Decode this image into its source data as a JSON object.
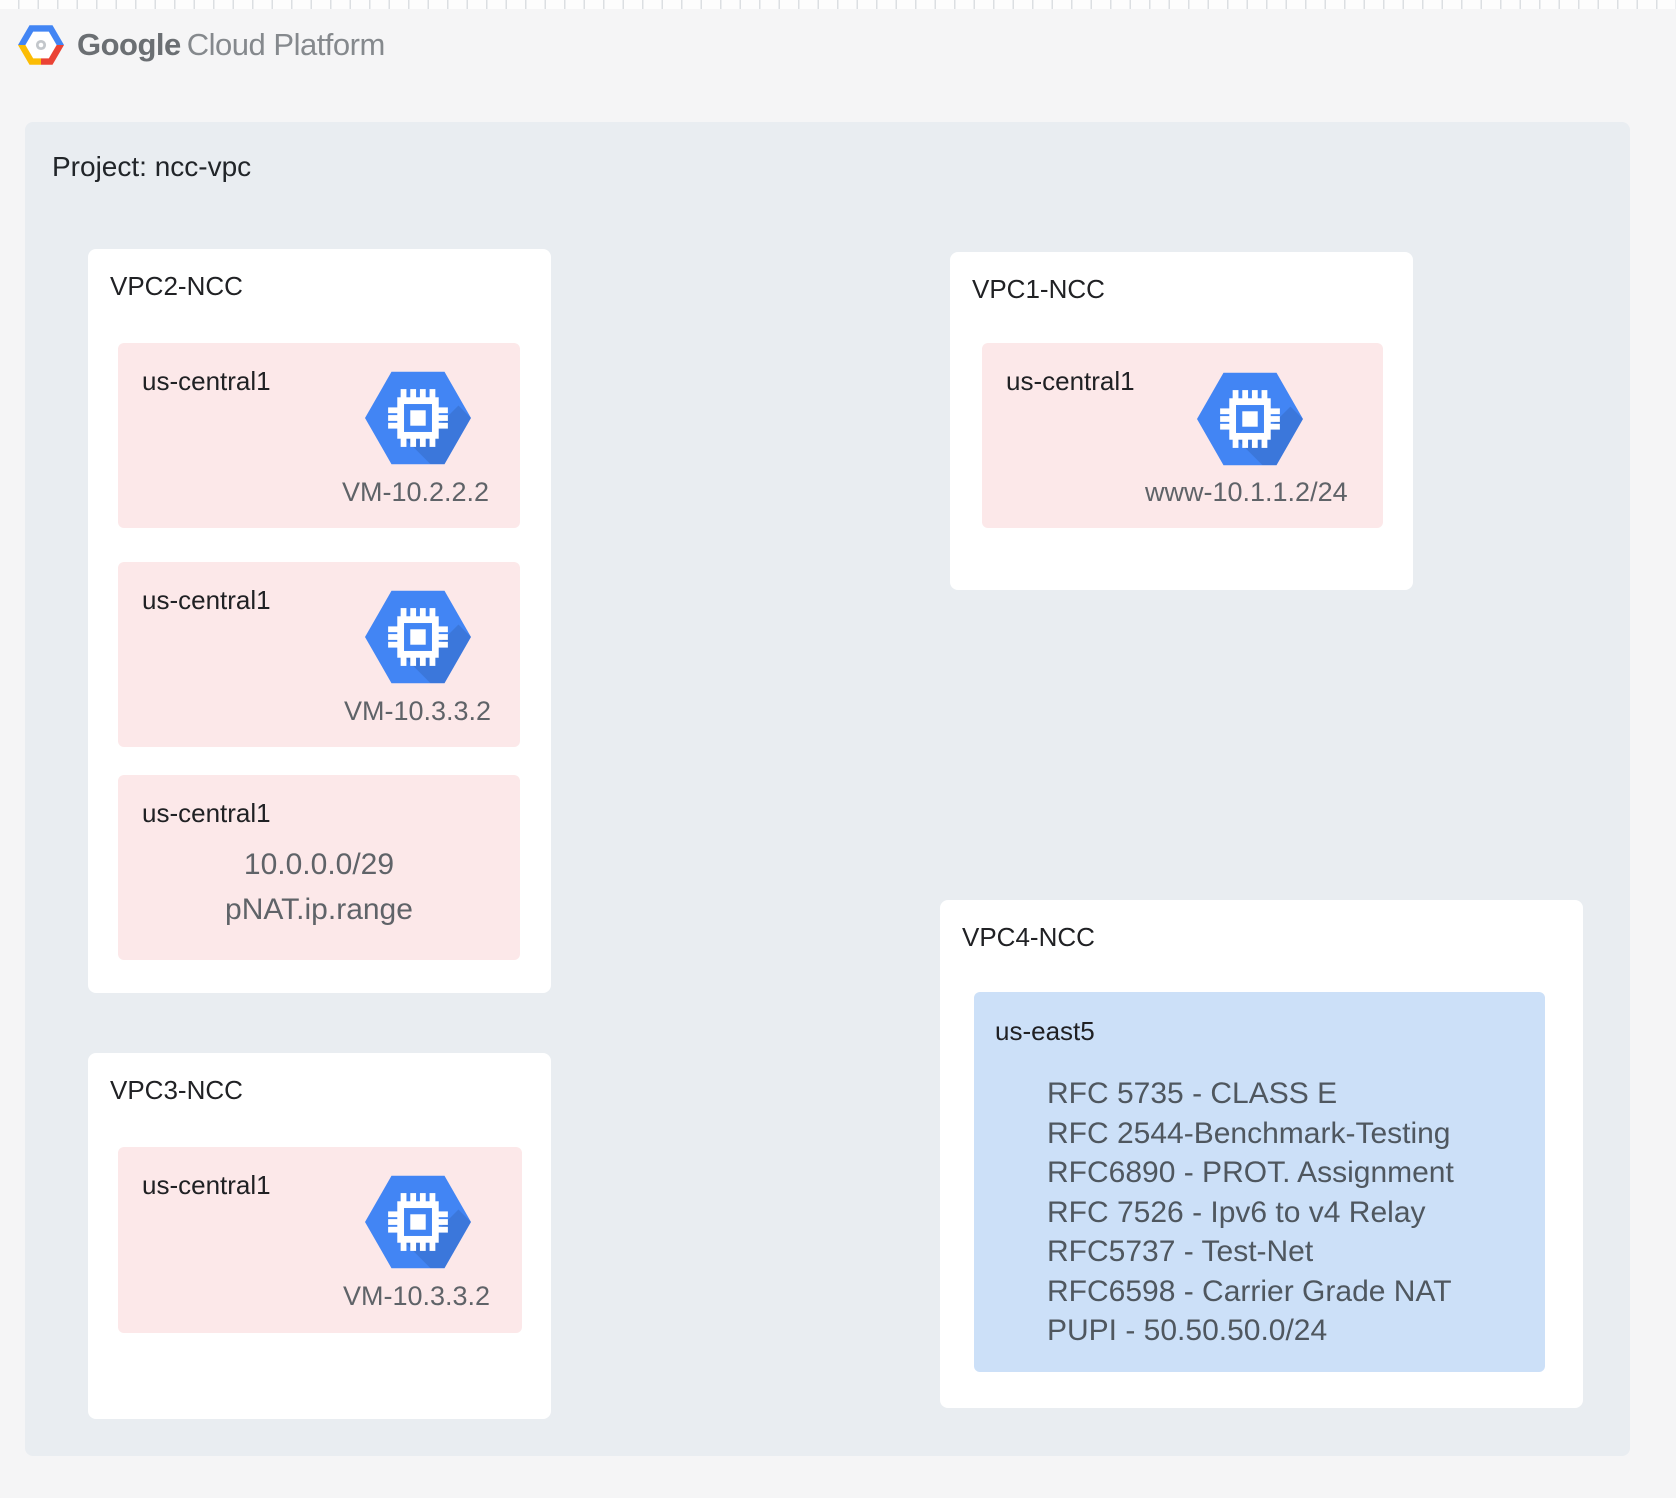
{
  "header": {
    "brand": {
      "primary": "Google",
      "secondary": "Cloud Platform"
    }
  },
  "project": {
    "label": "Project: ncc-vpc"
  },
  "vpcs": [
    {
      "title": "VPC2-NCC",
      "subnets": [
        {
          "region": "us-central1",
          "kind": "vm",
          "vm_label": "VM-10.2.2.2"
        },
        {
          "region": "us-central1",
          "kind": "vm",
          "vm_label": "VM-10.3.3.2"
        },
        {
          "region": "us-central1",
          "kind": "ip-range",
          "lines": [
            "10.0.0.0/29",
            "pNAT.ip.range"
          ]
        }
      ]
    },
    {
      "title": "VPC1-NCC",
      "subnets": [
        {
          "region": "us-central1",
          "kind": "vm",
          "vm_label": "www-10.1.1.2/24"
        }
      ]
    },
    {
      "title": "VPC3-NCC",
      "subnets": [
        {
          "region": "us-central1",
          "kind": "vm",
          "vm_label": "VM-10.3.3.2"
        }
      ]
    },
    {
      "title": "VPC4-NCC",
      "subnets": [
        {
          "region": "us-east5",
          "kind": "ip-list",
          "lines": [
            "RFC 5735 - CLASS E",
            "RFC 2544-Benchmark-Testing",
            "RFC6890 - PROT. Assignment",
            "RFC 7526 - Ipv6 to v4 Relay",
            "RFC5737 - Test-Net",
            "RFC6598 - Carrier Grade NAT",
            "PUPI - 50.50.50.0/24"
          ]
        }
      ]
    }
  ],
  "icons": {
    "vm": "compute-engine-icon",
    "logo": "gcp-hexagon-logo"
  },
  "colors": {
    "page_bg": "#f5f5f6",
    "project_bg": "#e9edf1",
    "card_bg": "#ffffff",
    "subnet_pink": "#fce8e9",
    "subnet_blue": "#cce0f8",
    "icon_blue": "#4285f4",
    "label_gray": "#5f6368",
    "text_dark": "#202124"
  }
}
